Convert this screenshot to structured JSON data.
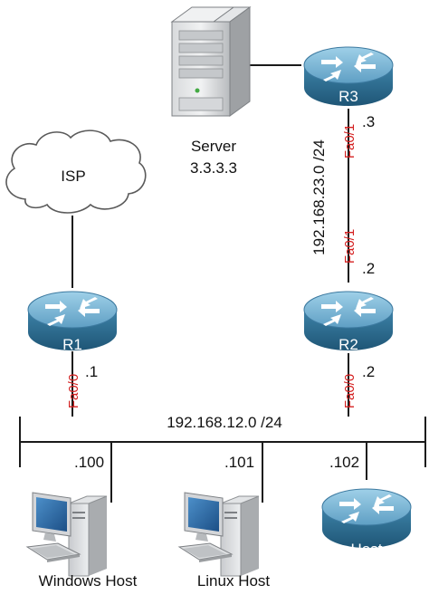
{
  "colors": {
    "router_top": "#7fb8d6",
    "router_side": "#2f6f93",
    "interface_red": "#d42020",
    "line": "#1a1a1a"
  },
  "devices": {
    "isp": {
      "label": "ISP",
      "icon": "cloud-icon"
    },
    "server": {
      "label": "Server",
      "address": "3.3.3.3",
      "icon": "server-icon"
    },
    "r1": {
      "label": "R1",
      "icon": "router-icon"
    },
    "r2": {
      "label": "R2",
      "icon": "router-icon"
    },
    "r3": {
      "label": "R3",
      "icon": "router-icon"
    },
    "host_router": {
      "label": "Host",
      "icon": "router-icon"
    },
    "windows_host": {
      "label": "Windows Host",
      "icon": "workstation-icon"
    },
    "linux_host": {
      "label": "Linux Host",
      "icon": "workstation-icon"
    }
  },
  "networks": {
    "lan": "192.168.12.0 /24",
    "r2_r3_link": "192.168.23.0 /24"
  },
  "interfaces": {
    "r1_fa00": {
      "name": "Fa0/0",
      "addr": ".1"
    },
    "r2_fa00": {
      "name": "Fa0/0",
      "addr": ".2"
    },
    "r2_fa01": {
      "name": "Fa0/1",
      "addr": ".2"
    },
    "r3_fa01": {
      "name": "Fa0/1",
      "addr": ".3"
    }
  },
  "host_addresses": {
    "windows": ".100",
    "linux": ".101",
    "host": ".102"
  }
}
